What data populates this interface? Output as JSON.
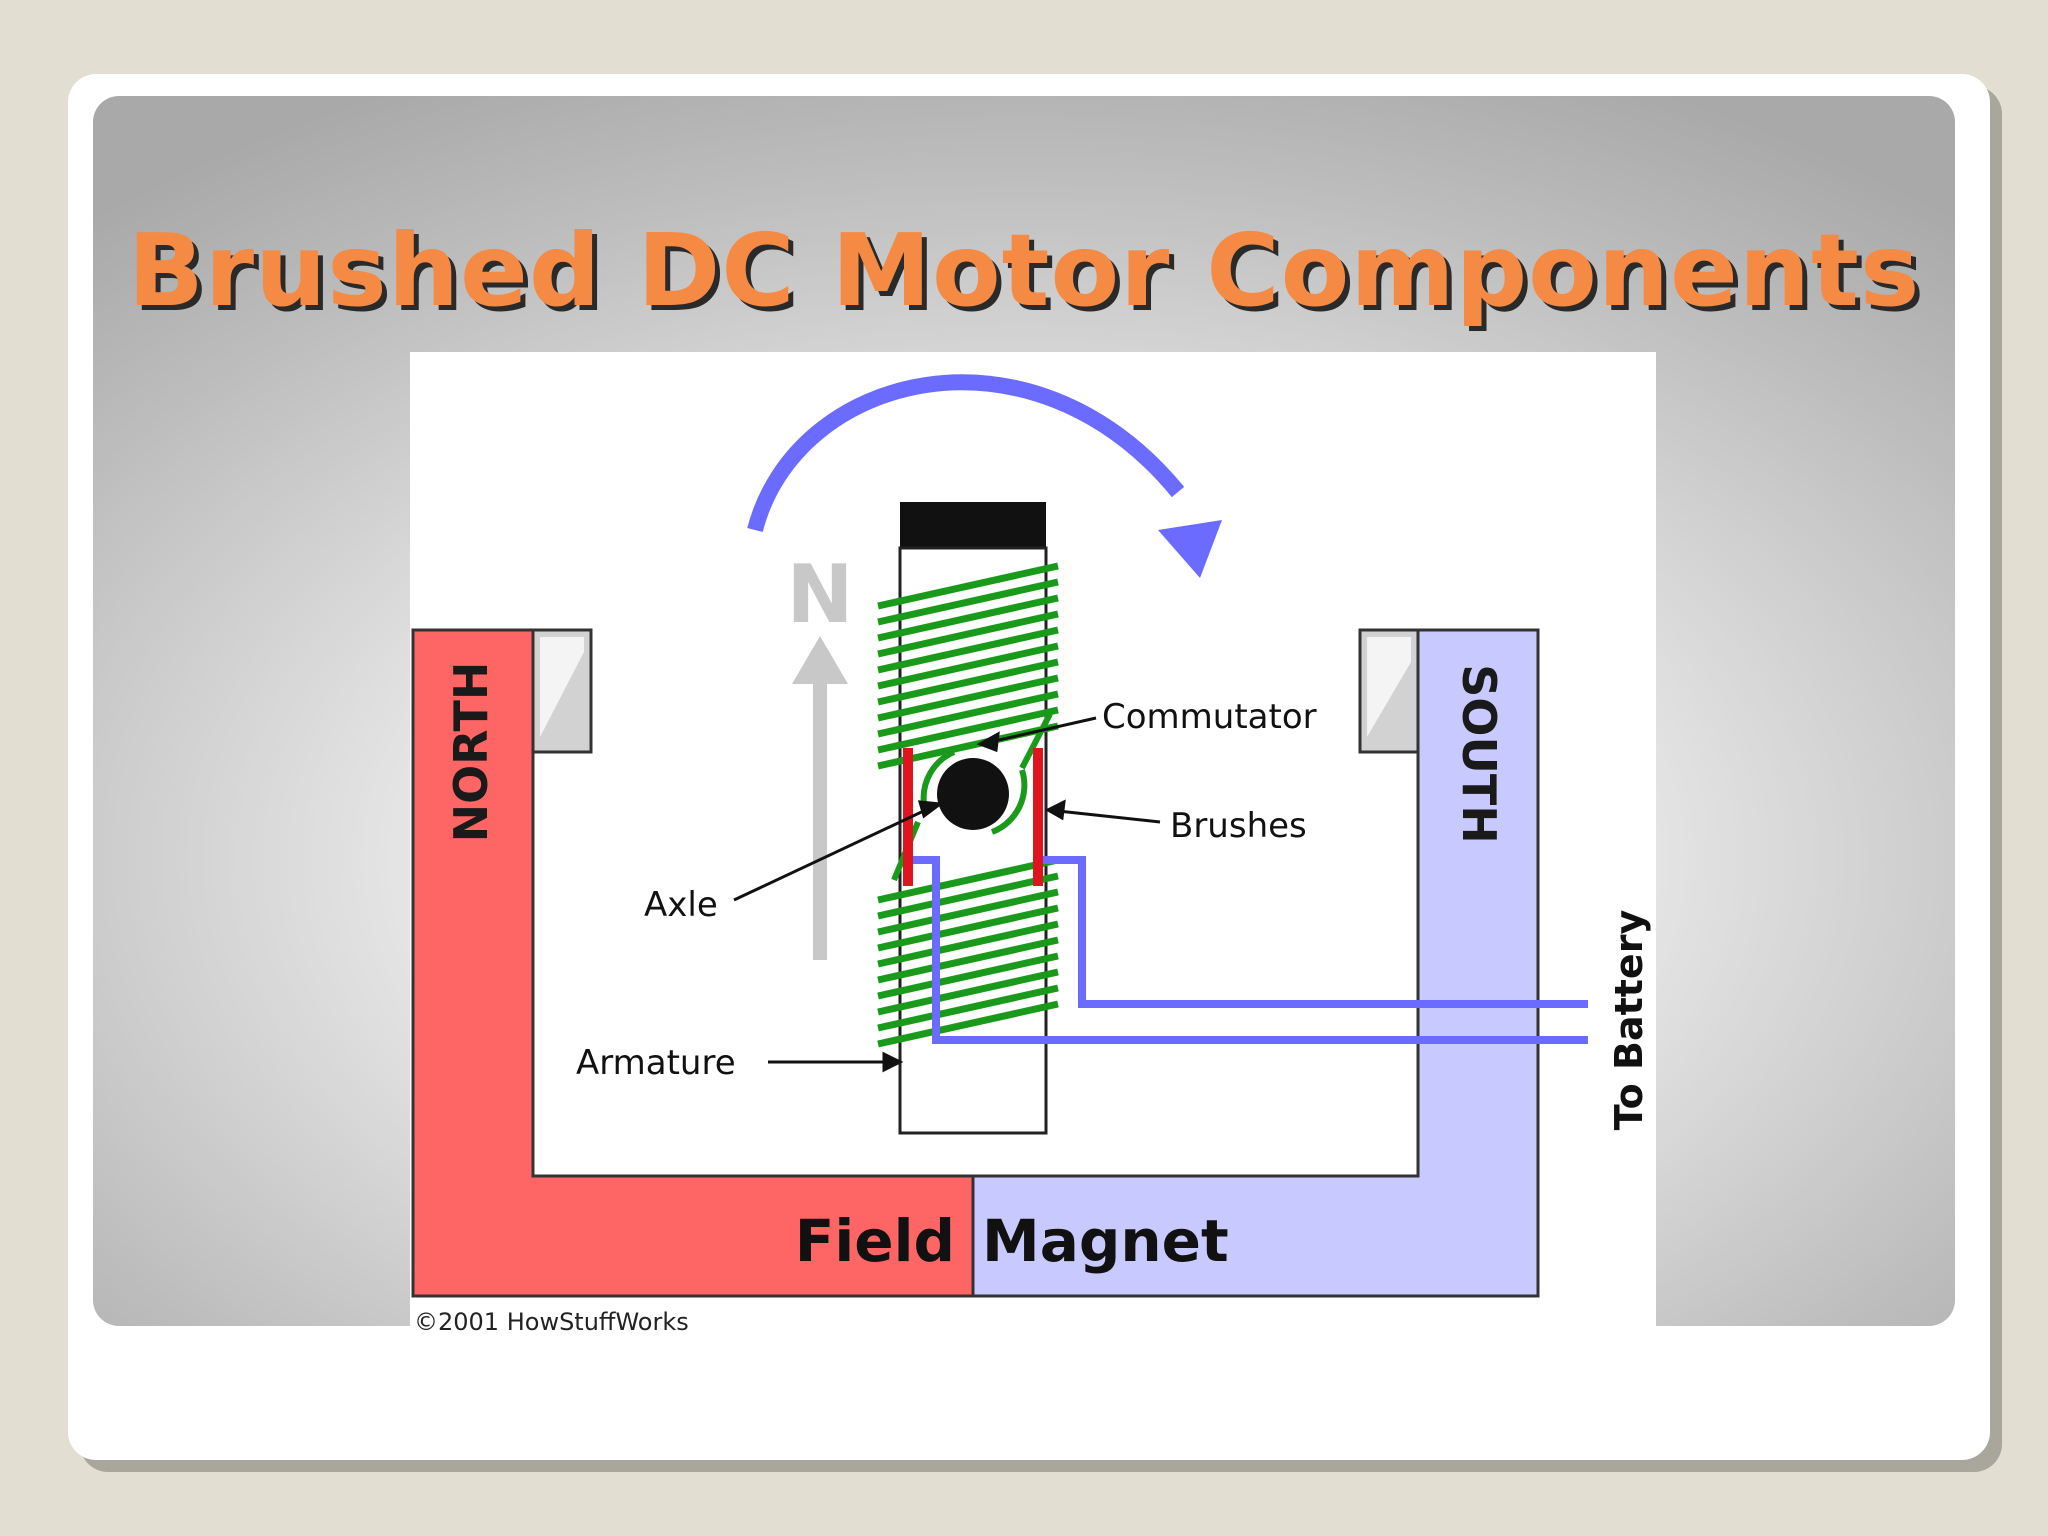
{
  "slide": {
    "title": "Brushed DC Motor Components"
  },
  "diagram": {
    "pole_left": "NORTH",
    "pole_right": "SOUTH",
    "field_label_left": "Field",
    "field_label_right": "Magnet",
    "field_arrow_label": "N",
    "labels": {
      "commutator": "Commutator",
      "brushes": "Brushes",
      "axle": "Axle",
      "armature": "Armature",
      "to_battery": "To Battery"
    },
    "copyright": "©2001 HowStuffWorks",
    "colors": {
      "north": "#fe6666",
      "south": "#c8caff",
      "coil": "#1a9a1a",
      "brush": "#e0141e",
      "wire": "#6b6bff",
      "rotation_arrow": "#6b6bff",
      "field_arrow": "#c8c8c8"
    }
  }
}
